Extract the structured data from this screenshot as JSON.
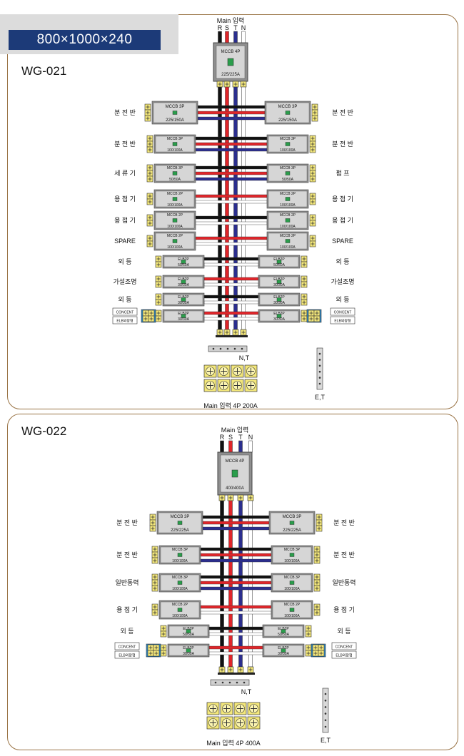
{
  "top": {
    "size_banner": "800×1000×240",
    "model": "WG-021",
    "main_input": "Main 입력",
    "phases": [
      "R",
      "S",
      "T",
      "N"
    ],
    "main_breaker": {
      "type": "MCCB 4P",
      "rating": "225/225A"
    },
    "rows": [
      {
        "left": "분 전 반",
        "right": "분 전 반",
        "type": "MCCB 3P",
        "rating": "225/150A"
      },
      {
        "left": "분 전 반",
        "right": "분 전 반",
        "type": "MCCB 3P",
        "rating": "100/100A"
      },
      {
        "left": "세 류 기",
        "right": "펌    프",
        "type": "MCCB 3P",
        "rating": "50/50A"
      },
      {
        "left": "용 접 기",
        "right": "용 접 기",
        "type": "MCCB 2P",
        "rating": "100/100A"
      },
      {
        "left": "용 접 기",
        "right": "용 접 기",
        "type": "MCCB 2P",
        "rating": "100/100A"
      },
      {
        "left": "SPARE",
        "right": "SPARE",
        "type": "MCCB 2P",
        "rating": "100/100A"
      },
      {
        "left": "외    등",
        "right": "외    등",
        "type": "ELB2P",
        "rating": "50/50A"
      },
      {
        "left": "가설조명",
        "right": "가설조명",
        "type": "ELB2P",
        "rating": "30/30A"
      },
      {
        "left": "외    등",
        "right": "외    등",
        "type": "ELB2P",
        "rating": "30/30A"
      },
      {
        "left_box": [
          "CONCENT",
          "ELB외장형"
        ],
        "right_box": [
          "CONCENT",
          "ELB외장형"
        ],
        "type": "ELB2P",
        "rating": "30/30A"
      }
    ],
    "nt_label": "N,T",
    "et_label": "E,T",
    "bottom_label": "Main 입력 4P 200A"
  },
  "bottom": {
    "model": "WG-022",
    "main_input": "Main 입력",
    "phases": [
      "R",
      "S",
      "T",
      "N"
    ],
    "main_breaker": {
      "type": "MCCB 4P",
      "rating": "400/400A"
    },
    "rows": [
      {
        "left": "분 전 반",
        "right": "분 전 반",
        "type": "MCCB 3P",
        "rating": "225/225A"
      },
      {
        "left": "분 전 반",
        "right": "분 전 반",
        "type": "MCCB 3P",
        "rating": "100/100A"
      },
      {
        "left": "일반동력",
        "right": "일반동력",
        "type": "MCCB 3P",
        "rating": "100/100A"
      },
      {
        "left": "용 접 기",
        "right": "용 접 기",
        "type": "MCCB 2P",
        "rating": "100/100A"
      },
      {
        "left": "외    등",
        "right": "외    등",
        "type": "ELB2P",
        "rating": "50/50A"
      },
      {
        "left_box": [
          "CONCENT",
          "ELB외장형"
        ],
        "right_box": [
          "CONCENT",
          "ELB외장형"
        ],
        "type": "ELB2P",
        "rating": "30/30A"
      }
    ],
    "nt_label": "N,T",
    "et_label": "E,T",
    "bottom_label": "Main 입력 4P 400A"
  },
  "colors": {
    "R": "#111111",
    "S": "#e0252a",
    "T": "#2b2e8e",
    "N": "#ffffff",
    "frame": "#9a7446",
    "banner": "#1c3a78",
    "breaker": "#8f8f8f",
    "terminal": "#f3e77a",
    "concent": "#2e8fd0"
  }
}
